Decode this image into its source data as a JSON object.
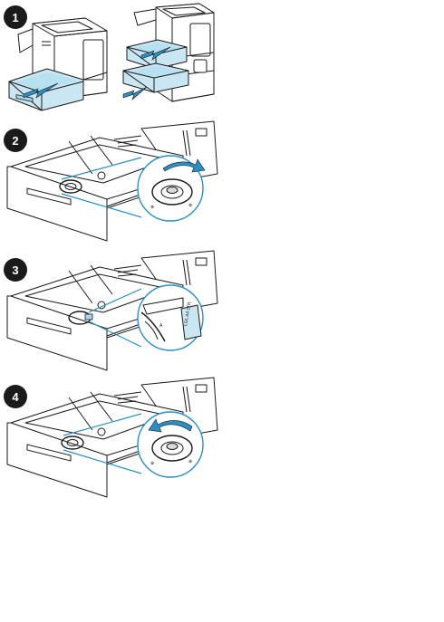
{
  "steps": [
    {
      "number": "1"
    },
    {
      "number": "2"
    },
    {
      "number": "3"
    },
    {
      "number": "4"
    }
  ],
  "colors": {
    "accent_blue": "#2b8fc4",
    "tray_blue": "#c9e6f2",
    "line": "#1a1a1a",
    "badge": "#1a1a1a"
  },
  "icons": [
    "printer-illustration",
    "tray-pull-arrow-icon",
    "rotate-knob-arrow-icon",
    "magnified-detail-icon"
  ],
  "detail_label": "LGL A4 LTR"
}
